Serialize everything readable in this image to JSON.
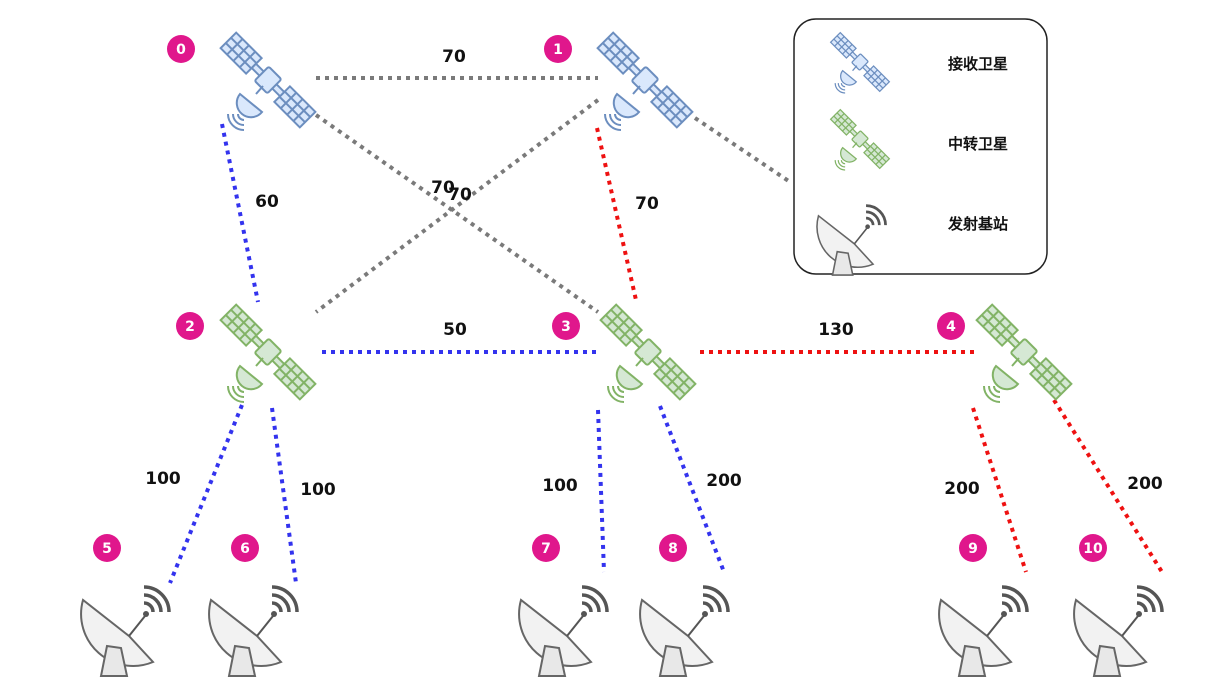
{
  "colors": {
    "gray_link": "#7a7a7a",
    "blue_link": "#3333ee",
    "red_link": "#ee1111",
    "badge": "#e0178c",
    "receive_sat_fill": "#dae8fc",
    "receive_sat_stroke": "#6c8ebf",
    "relay_sat_fill": "#d5e8d4",
    "relay_sat_stroke": "#82b366",
    "station_fill": "#f2f2f2",
    "station_stroke": "#666666"
  },
  "nodes": [
    {
      "id": "0",
      "kind": "receive-satellite"
    },
    {
      "id": "1",
      "kind": "receive-satellite"
    },
    {
      "id": "2",
      "kind": "relay-satellite"
    },
    {
      "id": "3",
      "kind": "relay-satellite"
    },
    {
      "id": "4",
      "kind": "relay-satellite"
    },
    {
      "id": "5",
      "kind": "base-station"
    },
    {
      "id": "6",
      "kind": "base-station"
    },
    {
      "id": "7",
      "kind": "base-station"
    },
    {
      "id": "8",
      "kind": "base-station"
    },
    {
      "id": "9",
      "kind": "base-station"
    },
    {
      "id": "10",
      "kind": "base-station"
    }
  ],
  "links": [
    {
      "from": "0",
      "to": "1",
      "weight": "70",
      "color": "gray"
    },
    {
      "from": "0",
      "to": "3",
      "weight": "70",
      "color": "gray"
    },
    {
      "from": "1",
      "to": "2",
      "weight": "70",
      "color": "gray"
    },
    {
      "from": "1",
      "to": "4",
      "weight": "",
      "color": "gray"
    },
    {
      "from": "0",
      "to": "2",
      "weight": "60",
      "color": "blue"
    },
    {
      "from": "1",
      "to": "3",
      "weight": "70",
      "color": "red"
    },
    {
      "from": "2",
      "to": "3",
      "weight": "50",
      "color": "blue"
    },
    {
      "from": "3",
      "to": "4",
      "weight": "130",
      "color": "red"
    },
    {
      "from": "2",
      "to": "5",
      "weight": "100",
      "color": "blue"
    },
    {
      "from": "2",
      "to": "6",
      "weight": "100",
      "color": "blue"
    },
    {
      "from": "3",
      "to": "7",
      "weight": "100",
      "color": "blue"
    },
    {
      "from": "3",
      "to": "8",
      "weight": "200",
      "color": "blue"
    },
    {
      "from": "4",
      "to": "9",
      "weight": "200",
      "color": "red"
    },
    {
      "from": "4",
      "to": "10",
      "weight": "200",
      "color": "red"
    }
  ],
  "legend": {
    "receive_label": "接收卫星",
    "relay_label": "中转卫星",
    "station_label": "发射基站"
  }
}
